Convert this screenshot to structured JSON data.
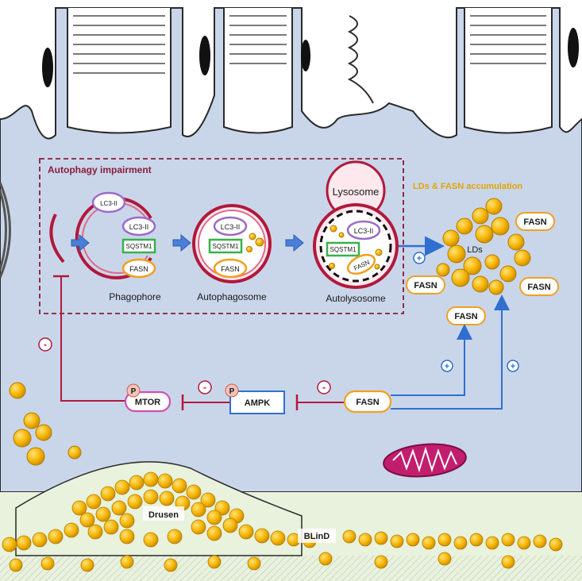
{
  "title_box": "Autophagy impairment",
  "right_title": "LDs & FASN accumulation",
  "stages": {
    "phagophore": "Phagophore",
    "autophagosome": "Autophagosome",
    "autolysosome": "Autolysosome"
  },
  "markers": {
    "lc3": "LC3-II",
    "sqstm1": "SQSTM1",
    "fasn": "FASN",
    "lysosome": "Lysosome",
    "lds": "LDs"
  },
  "pathway": {
    "mtor": "MTOR",
    "ampk": "AMPK",
    "fasn": "FASN",
    "phospho": "P",
    "minus": "-",
    "plus": "+"
  },
  "bottom": {
    "drusen": "Drusen",
    "blind": "BLinD"
  },
  "colors": {
    "cell": "#c9d6ea",
    "cell_edge": "#2a2a2a",
    "lipid": "#f5b400",
    "lipid_edge": "#b37b00",
    "dashed_box": "#8a1c3c",
    "membrane": "#b2183c",
    "blue_arrow": "#2f6fd0",
    "inhibit": "#b2183c",
    "lc3": "#9b6bc9",
    "sqstm1": "#38b24a",
    "fasn_ring": "#f0a020",
    "title_red": "#8a1c3c",
    "title_orange": "#e3a400",
    "mito": "#c21e6e",
    "bruch": "#e8f2dc"
  }
}
